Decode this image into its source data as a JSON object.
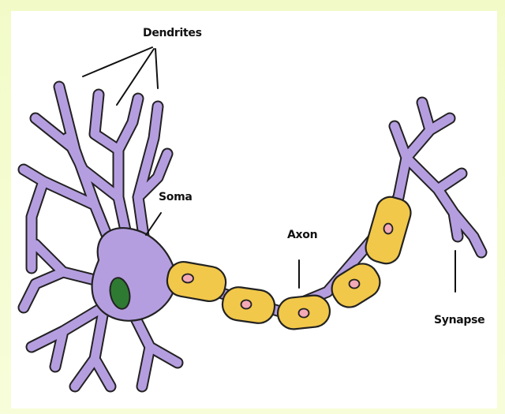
{
  "labels": {
    "dendrites": "Dendrites",
    "soma": "Soma",
    "axon": "Axon",
    "synapse": "Synapse"
  },
  "colors": {
    "background": "#f4fbcf",
    "panel": "#ffffff",
    "neuron": "#b59ee0",
    "neuron_outline": "#222222",
    "myelin": "#f2c84a",
    "node": "#f4a9b6",
    "nucleus": "#2f7a32"
  }
}
